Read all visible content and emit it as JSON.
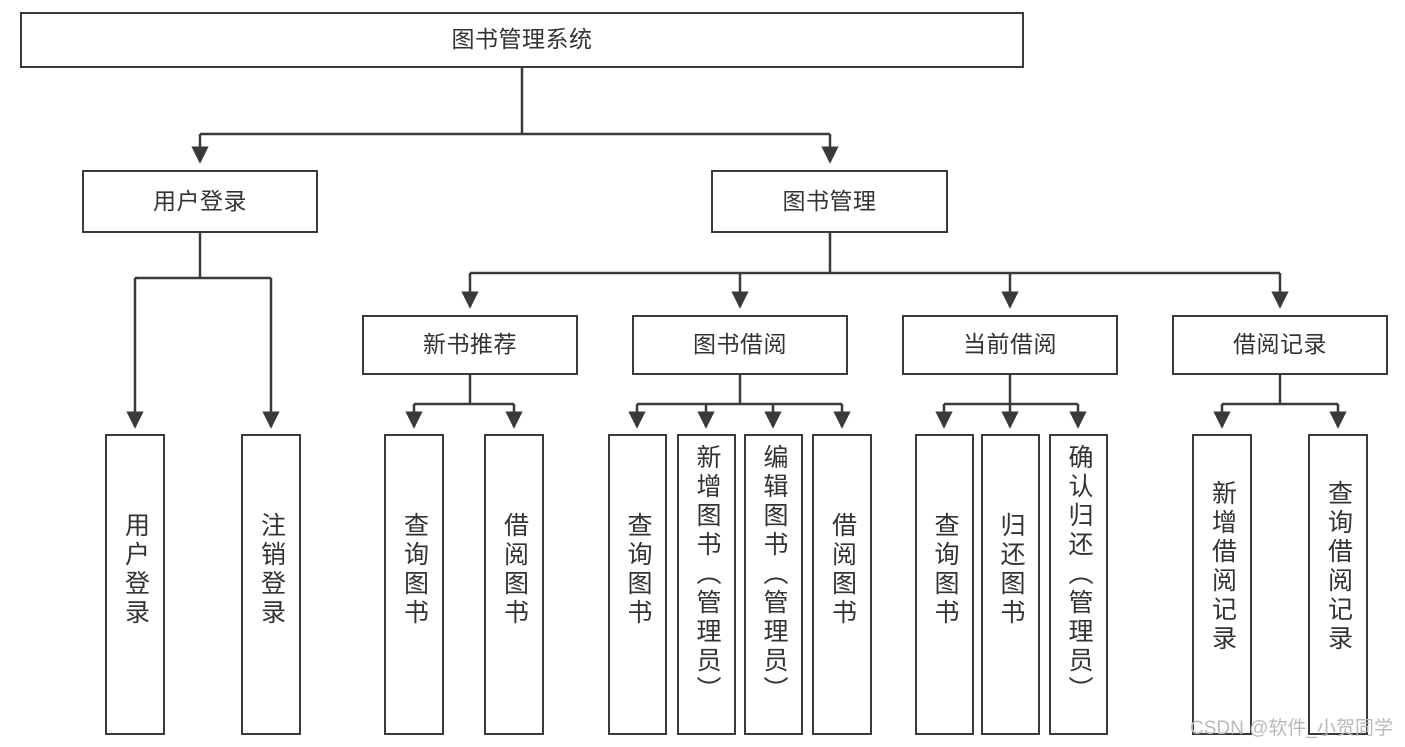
{
  "diagram": {
    "title": "图书管理系统",
    "type": "hierarchy-tree",
    "watermark": "CSDN @软件_小贺同学",
    "colors": {
      "border": "#3a3a3a",
      "fill": "#ffffff",
      "text": "#333333",
      "edge": "#3a3a3a",
      "watermark": "#b9b9b9"
    },
    "root": {
      "id": "root",
      "label": "图书管理系统"
    },
    "level2": [
      {
        "id": "user-login",
        "label": "用户登录"
      },
      {
        "id": "book-manage",
        "label": "图书管理"
      }
    ],
    "level3": [
      {
        "id": "new-book-recommend",
        "label": "新书推荐",
        "parent": "book-manage"
      },
      {
        "id": "book-borrow",
        "label": "图书借阅",
        "parent": "book-manage"
      },
      {
        "id": "current-borrow",
        "label": "当前借阅",
        "parent": "book-manage"
      },
      {
        "id": "borrow-record",
        "label": "借阅记录",
        "parent": "book-manage"
      }
    ],
    "leaves": [
      {
        "id": "leaf-user-login",
        "label": "用户登录",
        "parent": "user-login"
      },
      {
        "id": "leaf-logout",
        "label": "注销登录",
        "parent": "user-login"
      },
      {
        "id": "leaf-query-book-1",
        "label": "查询图书",
        "parent": "new-book-recommend"
      },
      {
        "id": "leaf-borrow-book-1",
        "label": "借阅图书",
        "parent": "new-book-recommend"
      },
      {
        "id": "leaf-query-book-2",
        "label": "查询图书",
        "parent": "book-borrow"
      },
      {
        "id": "leaf-add-book",
        "label": "新增图书（管理员）",
        "parent": "book-borrow"
      },
      {
        "id": "leaf-edit-book",
        "label": "编辑图书（管理员）",
        "parent": "book-borrow"
      },
      {
        "id": "leaf-borrow-book-2",
        "label": "借阅图书",
        "parent": "book-borrow"
      },
      {
        "id": "leaf-query-book-3",
        "label": "查询图书",
        "parent": "current-borrow"
      },
      {
        "id": "leaf-return-book",
        "label": "归还图书",
        "parent": "current-borrow"
      },
      {
        "id": "leaf-confirm-return",
        "label": "确认归还（管理员）",
        "parent": "current-borrow"
      },
      {
        "id": "leaf-add-record",
        "label": "新增借阅记录",
        "parent": "borrow-record"
      },
      {
        "id": "leaf-query-record",
        "label": "查询借阅记录",
        "parent": "borrow-record"
      }
    ]
  }
}
